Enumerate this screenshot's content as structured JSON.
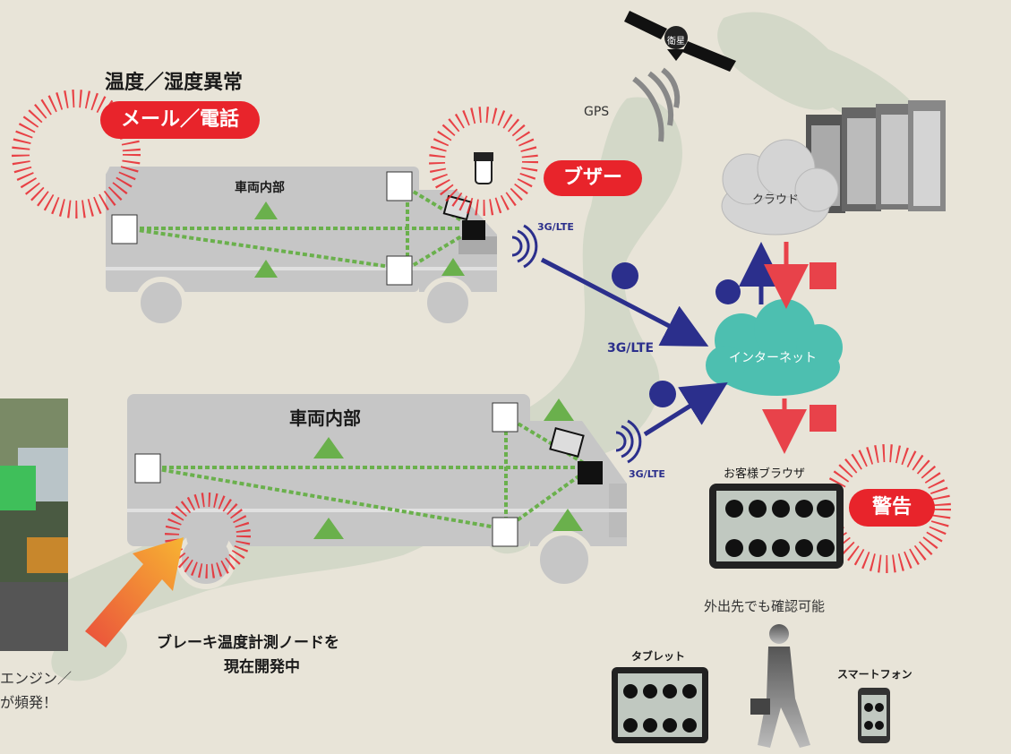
{
  "alerts": {
    "temp_humidity_title": "温度／湿度異常",
    "mail_phone": "メール／電話",
    "buzzer": "ブザー",
    "warning": "警告"
  },
  "trucks": {
    "interior_top": "車両内部",
    "interior_bottom": "車両内部"
  },
  "network": {
    "satellite": "衛星",
    "gps": "GPS",
    "link_top": "3G/LTE",
    "link_middle": "3G/LTE",
    "link_bottom": "3G/LTE",
    "cloud": "クラウド",
    "internet": "インターネット"
  },
  "clients": {
    "customer_browser": "お客様ブラウザ",
    "remote_access": "外出先でも確認可能",
    "tablet": "タブレット",
    "smartphone": "スマートフォン"
  },
  "development": {
    "line1": "ブレーキ温度計測ノードを",
    "line2": "現在開発中"
  },
  "photo_caption": {
    "line1": "エンジン／",
    "line2": "が頻発！"
  },
  "colors": {
    "background": "#e8e4d8",
    "map": "#d3d8c8",
    "truck": "#c6c6c6",
    "alert_red": "#e8242b",
    "link_blue": "#2b2f8c",
    "node_green": "#6ab04c",
    "cloud_gray": "#d4d4d4",
    "internet_teal": "#4dbfb0"
  }
}
